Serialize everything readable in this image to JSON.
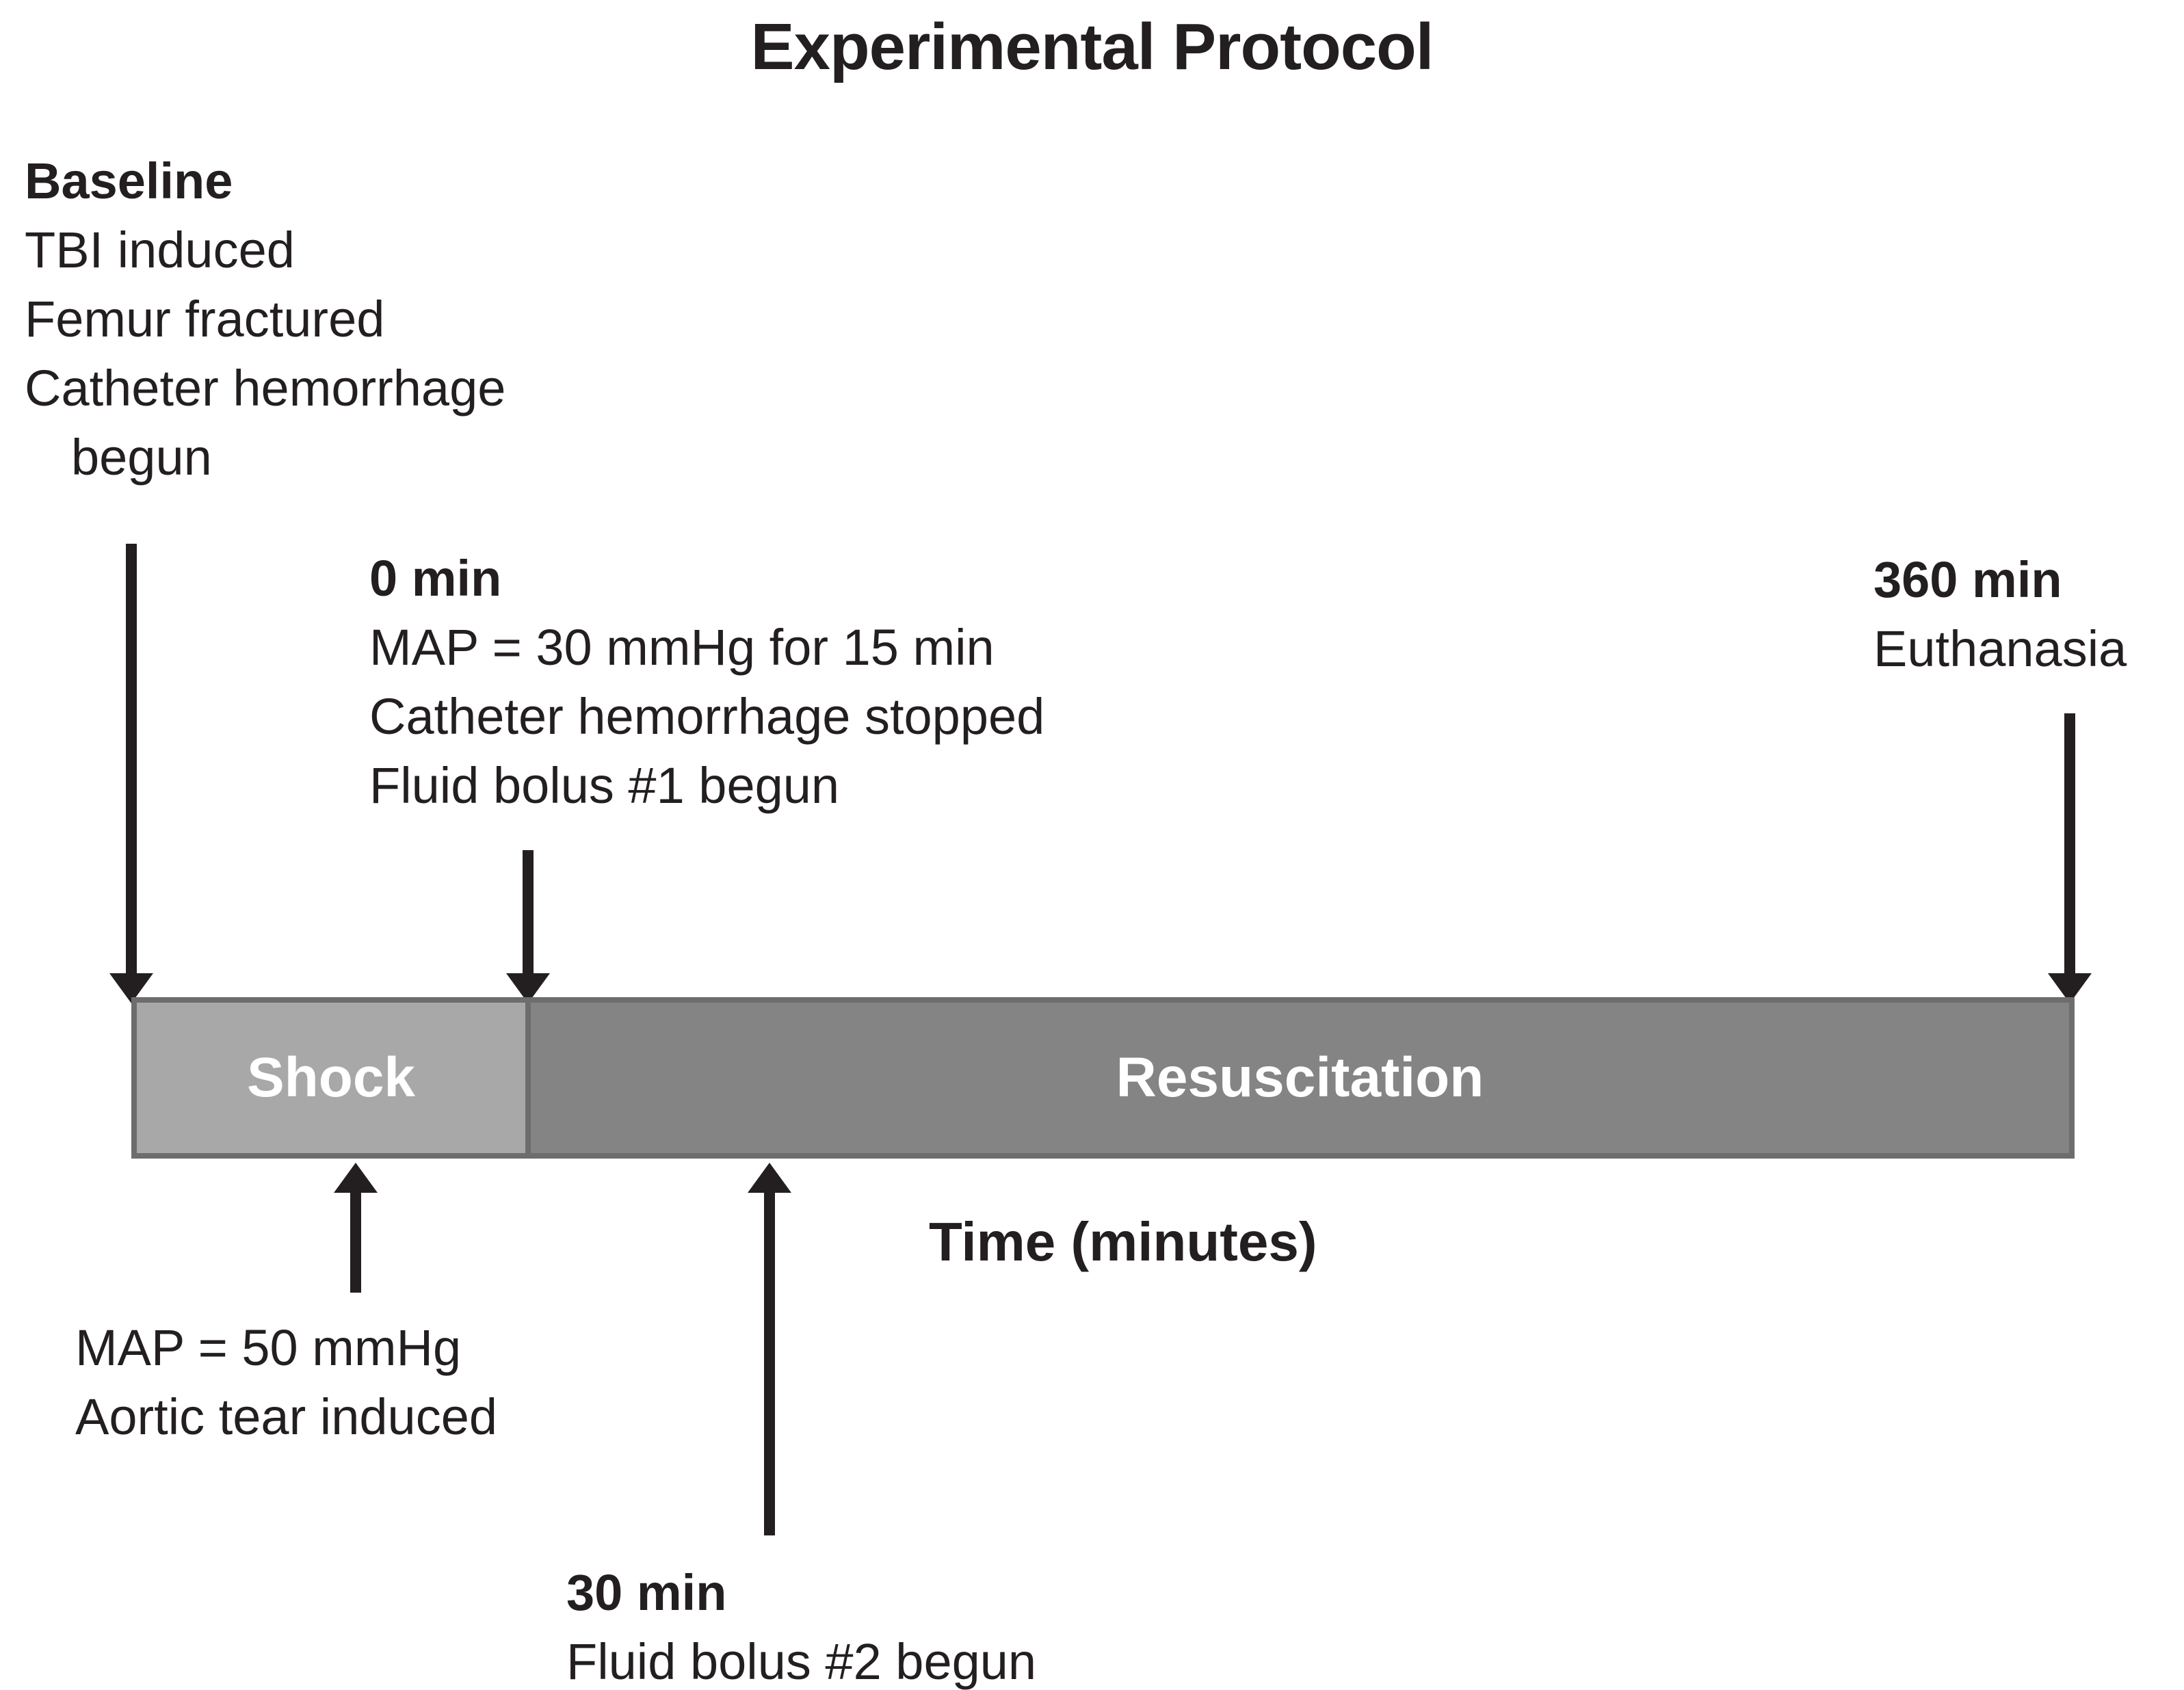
{
  "figure": {
    "title": "Experimental Protocol",
    "axis_caption": "Time (minutes)",
    "colors": {
      "text": "#231f20",
      "shock_fill": "#a8a8a8",
      "resuscitation_fill": "#848484",
      "bar_border": "#6d6d6d",
      "arrow": "#231f20",
      "phase_label": "#ffffff",
      "background": "#ffffff"
    }
  },
  "timeline": {
    "phases": [
      {
        "label": "Shock",
        "start_min": null,
        "end_min": 0
      },
      {
        "label": "Resuscitation",
        "start_min": 0,
        "end_min": 360
      }
    ]
  },
  "annotations": {
    "baseline": {
      "position": "above-left",
      "lines": [
        "Baseline",
        "TBI induced",
        "Femur fractured",
        "Catheter hemorrhage",
        "begun"
      ]
    },
    "zero_min": {
      "position": "above",
      "time_label": "0 min",
      "lines": [
        "0 min",
        "MAP = 30 mmHg for 15 min",
        "Catheter hemorrhage stopped",
        "Fluid bolus #1 begun"
      ]
    },
    "end_min": {
      "position": "above-right",
      "time_label": "360 min",
      "lines": [
        "360 min",
        "Euthanasia"
      ]
    },
    "map50": {
      "position": "below",
      "lines": [
        "MAP = 50 mmHg",
        "Aortic tear induced"
      ]
    },
    "thirty_min": {
      "position": "below",
      "time_label": "30 min",
      "lines": [
        "30 min",
        "Fluid bolus #2 begun"
      ]
    }
  },
  "chart_data": {
    "type": "timeline",
    "title": "Experimental Protocol",
    "xlabel": "Time (minutes)",
    "xlim": [
      -60,
      360
    ],
    "segments": [
      {
        "name": "Shock",
        "start": -60,
        "end": 0,
        "color": "#a8a8a8"
      },
      {
        "name": "Resuscitation",
        "start": 0,
        "end": 360,
        "color": "#848484"
      }
    ],
    "events": [
      {
        "time_label": "Baseline",
        "time": -60,
        "direction": "down",
        "side": "above",
        "text": [
          "Baseline",
          "TBI induced",
          "Femur fractured",
          "Catheter hemorrhage",
          "begun"
        ]
      },
      {
        "time_label": "0 min",
        "time": 0,
        "direction": "down",
        "side": "above",
        "text": [
          "0 min",
          "MAP = 30 mmHg for 15 min",
          "Catheter hemorrhage stopped",
          "Fluid bolus #1 begun"
        ]
      },
      {
        "time_label": "360 min",
        "time": 360,
        "direction": "down",
        "side": "above",
        "text": [
          "360 min",
          "Euthanasia"
        ]
      },
      {
        "time_label": "MAP = 50 mmHg",
        "time": -36,
        "direction": "up",
        "side": "below",
        "text": [
          "MAP = 50 mmHg",
          "Aortic tear induced"
        ]
      },
      {
        "time_label": "30 min",
        "time": 30,
        "direction": "up",
        "side": "below",
        "text": [
          "30 min",
          "Fluid bolus #2 begun"
        ]
      }
    ]
  }
}
